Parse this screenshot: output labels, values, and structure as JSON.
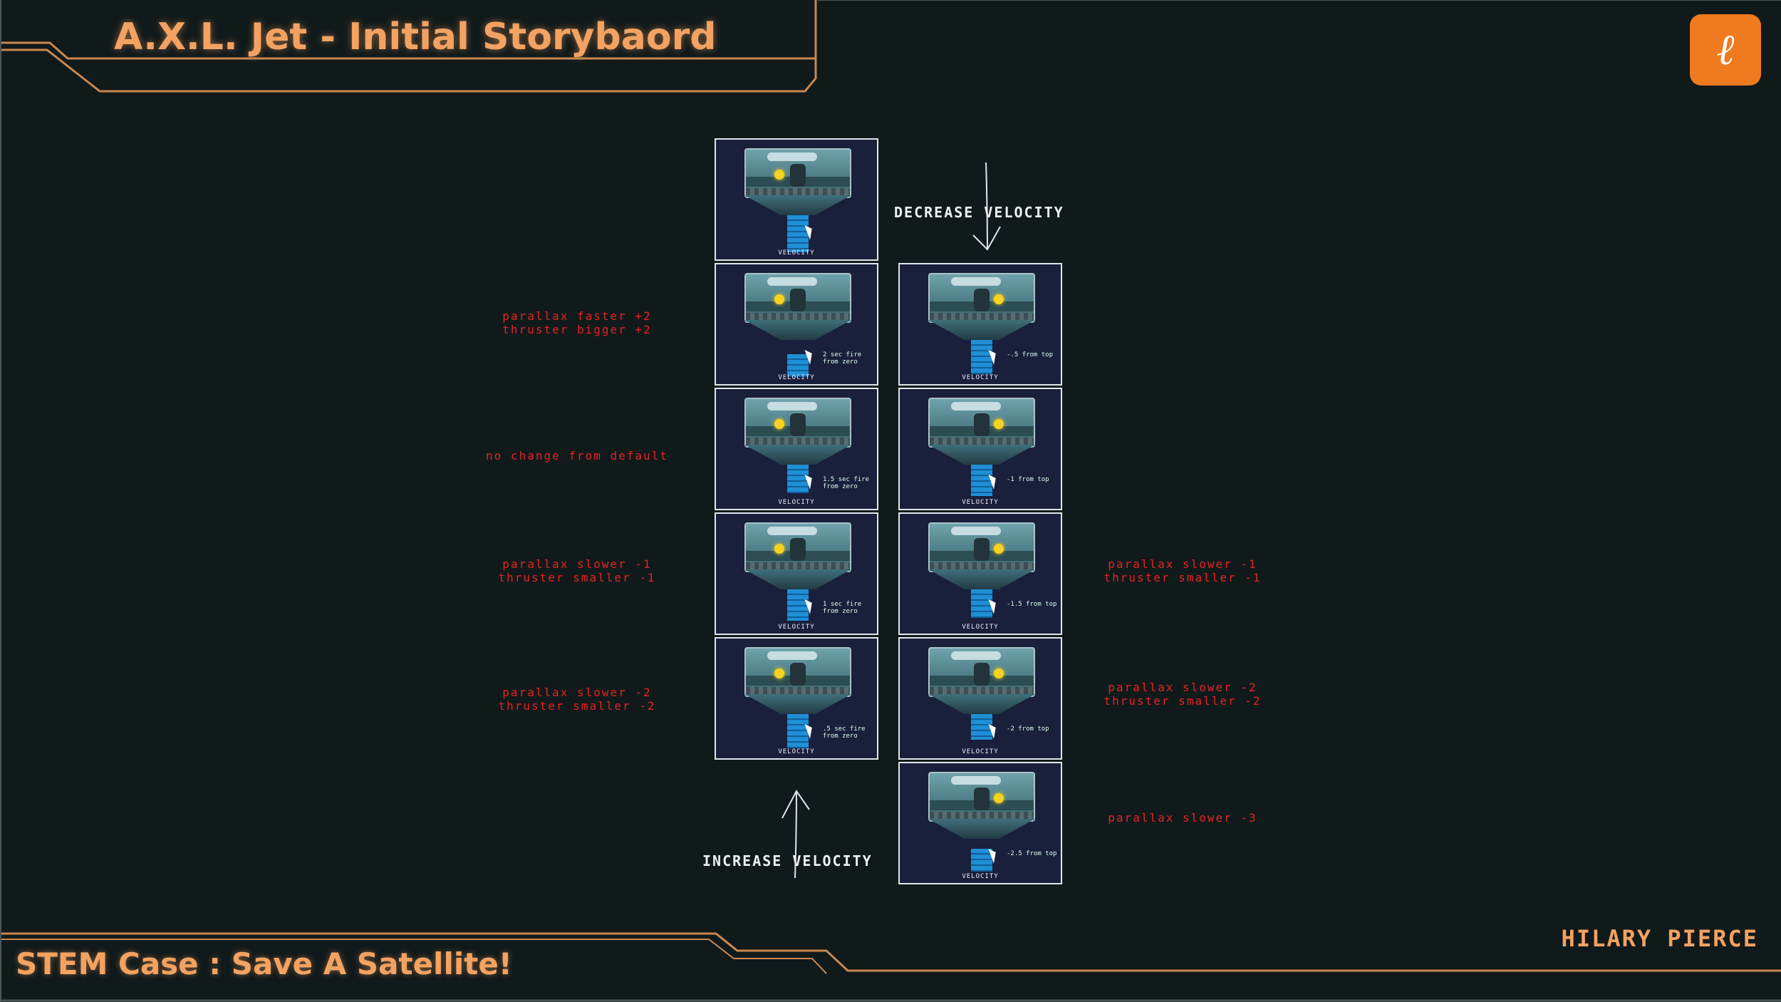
{
  "header": {
    "title": "A.X.L. Jet - Initial Storybaord"
  },
  "footer": {
    "course": "STEM Case : Save A Satellite!",
    "author": "HILARY PIERCE"
  },
  "logo": {
    "glyph": "ℓ",
    "color": "#ef7a1f"
  },
  "colors": {
    "accent": "#f4a261",
    "annotation": "#e52323",
    "background": "#111a1b"
  },
  "labels": {
    "decrease": "DECREASE VELOCITY",
    "increase": "INCREASE VELOCITY",
    "meter": "VELOCITY"
  },
  "left_column": [
    {
      "note": "",
      "annotation": ""
    },
    {
      "note": "2 sec fire\nfrom zero",
      "annotation": "parallax faster +2\nthruster bigger +2"
    },
    {
      "note": "1.5 sec fire\nfrom zero",
      "annotation": "no change from default"
    },
    {
      "note": "1 sec fire\nfrom zero",
      "annotation": "parallax slower -1\nthruster smaller -1"
    },
    {
      "note": ".5 sec fire\nfrom zero",
      "annotation": "parallax slower -2\nthruster smaller -2"
    }
  ],
  "right_column": [
    {
      "note": "-.5 from top",
      "annotation": ""
    },
    {
      "note": "-1 from top",
      "annotation": ""
    },
    {
      "note": "-1.5 from top",
      "annotation": "parallax slower -1\nthruster smaller -1"
    },
    {
      "note": "-2 from top",
      "annotation": "parallax slower -2\nthruster smaller -2"
    },
    {
      "note": "-2.5 from top",
      "annotation": "parallax slower -3"
    }
  ]
}
